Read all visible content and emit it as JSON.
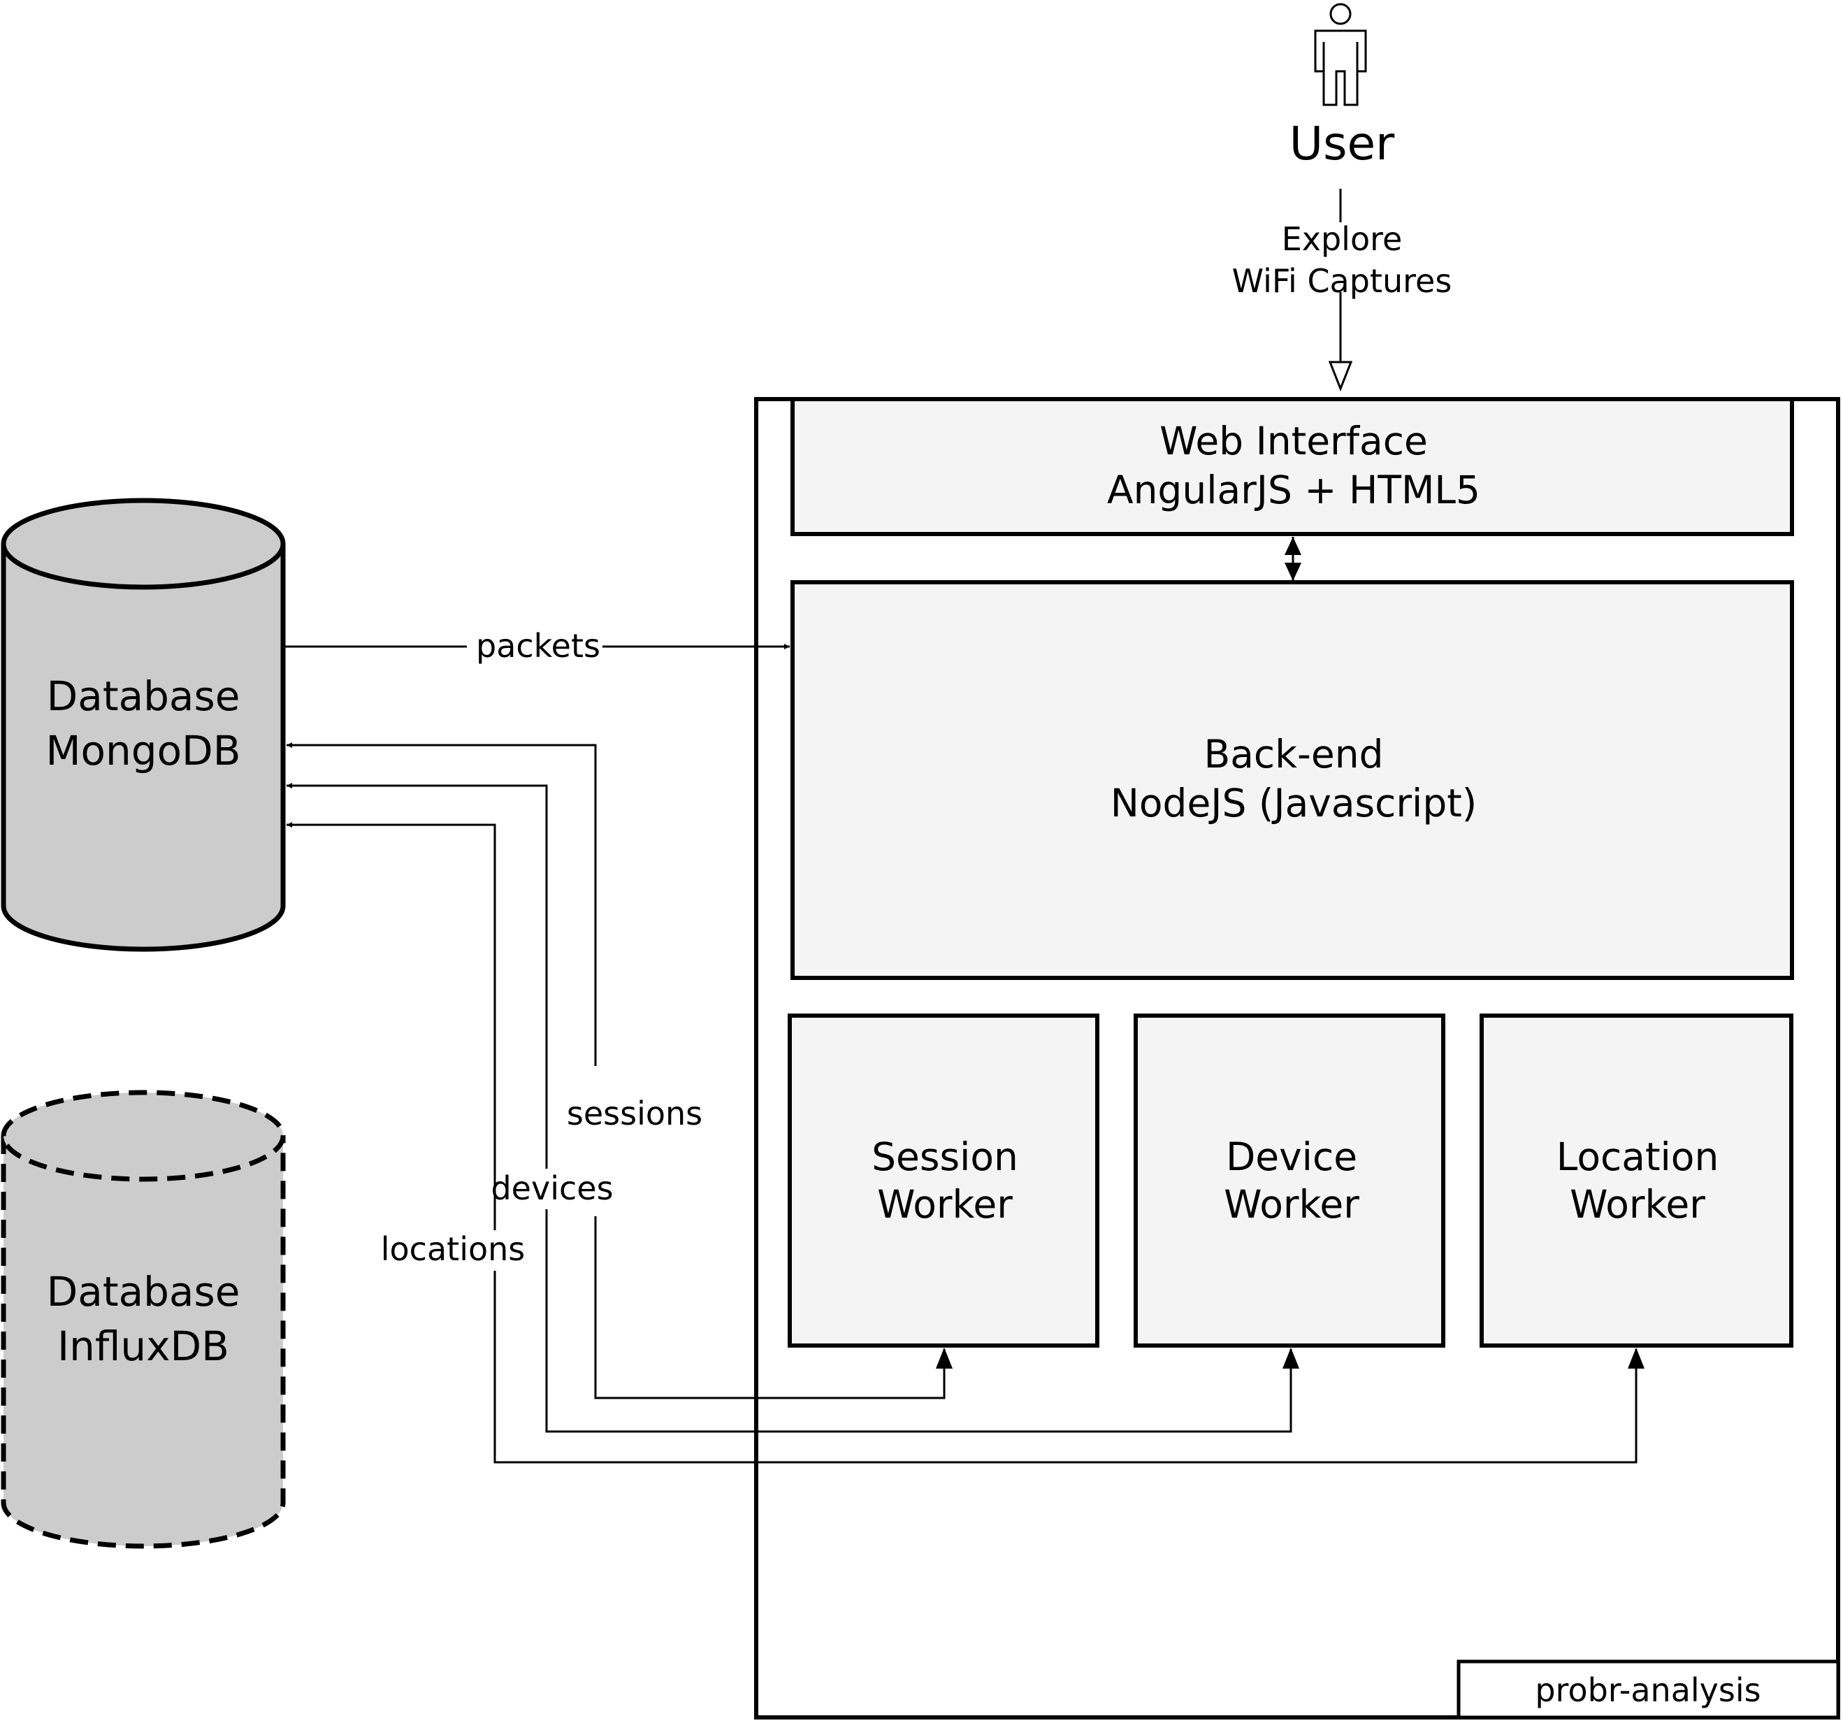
{
  "user": {
    "label": "User"
  },
  "edges": {
    "user_to_web": {
      "label_line1": "Explore",
      "label_line2": "WiFi Captures"
    },
    "packets": {
      "label": "packets"
    },
    "sessions": {
      "label": "sessions"
    },
    "devices": {
      "label": "devices"
    },
    "locations": {
      "label": "locations"
    }
  },
  "databases": {
    "mongodb": {
      "line1": "Database",
      "line2": "MongoDB"
    },
    "influxdb": {
      "line1": "Database",
      "line2": "InfluxDB"
    }
  },
  "system": {
    "name": "probr-analysis",
    "web_interface": {
      "line1": "Web Interface",
      "line2": "AngularJS + HTML5"
    },
    "backend": {
      "line1": "Back-end",
      "line2": "NodeJS (Javascript)"
    },
    "workers": [
      {
        "line1": "Session",
        "line2": "Worker"
      },
      {
        "line1": "Device",
        "line2": "Worker"
      },
      {
        "line1": "Location",
        "line2": "Worker"
      }
    ]
  },
  "colors": {
    "stroke": "#000000",
    "database_fill": "#cccccc",
    "component_fill": "#f4f4f4",
    "background": "#ffffff"
  }
}
